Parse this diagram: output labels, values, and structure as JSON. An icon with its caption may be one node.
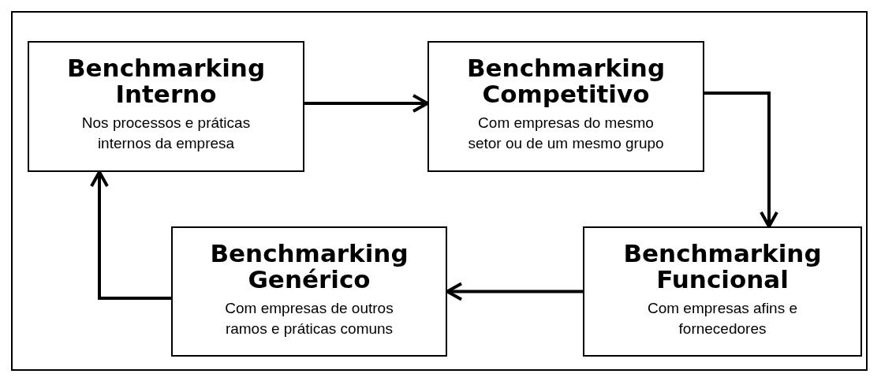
{
  "diagram": {
    "nodes": [
      {
        "text": [
          "Benchmarking Interno",
          "Nos processos e práticas internos da empresa"
        ]
      },
      {
        "text": [
          "Benchmarking Competitivo",
          "Com empresas do mesmo setor ou de um mesmo grupo"
        ]
      },
      {
        "text": [
          "Benchmarking Funcional",
          "Com empresas afins e fornecedores"
        ]
      },
      {
        "text": [
          "Benchmarking Genérico",
          "Com empresas de outros ramos e práticas comuns"
        ]
      }
    ],
    "edges": [
      {
        "from": 0,
        "to": 1,
        "arrow": "to"
      },
      {
        "from": 1,
        "to": 2,
        "arrow": "to"
      },
      {
        "from": 2,
        "to": 3,
        "arrow": "to"
      },
      {
        "from": 3,
        "to": 0,
        "arrow": "to"
      }
    ]
  }
}
